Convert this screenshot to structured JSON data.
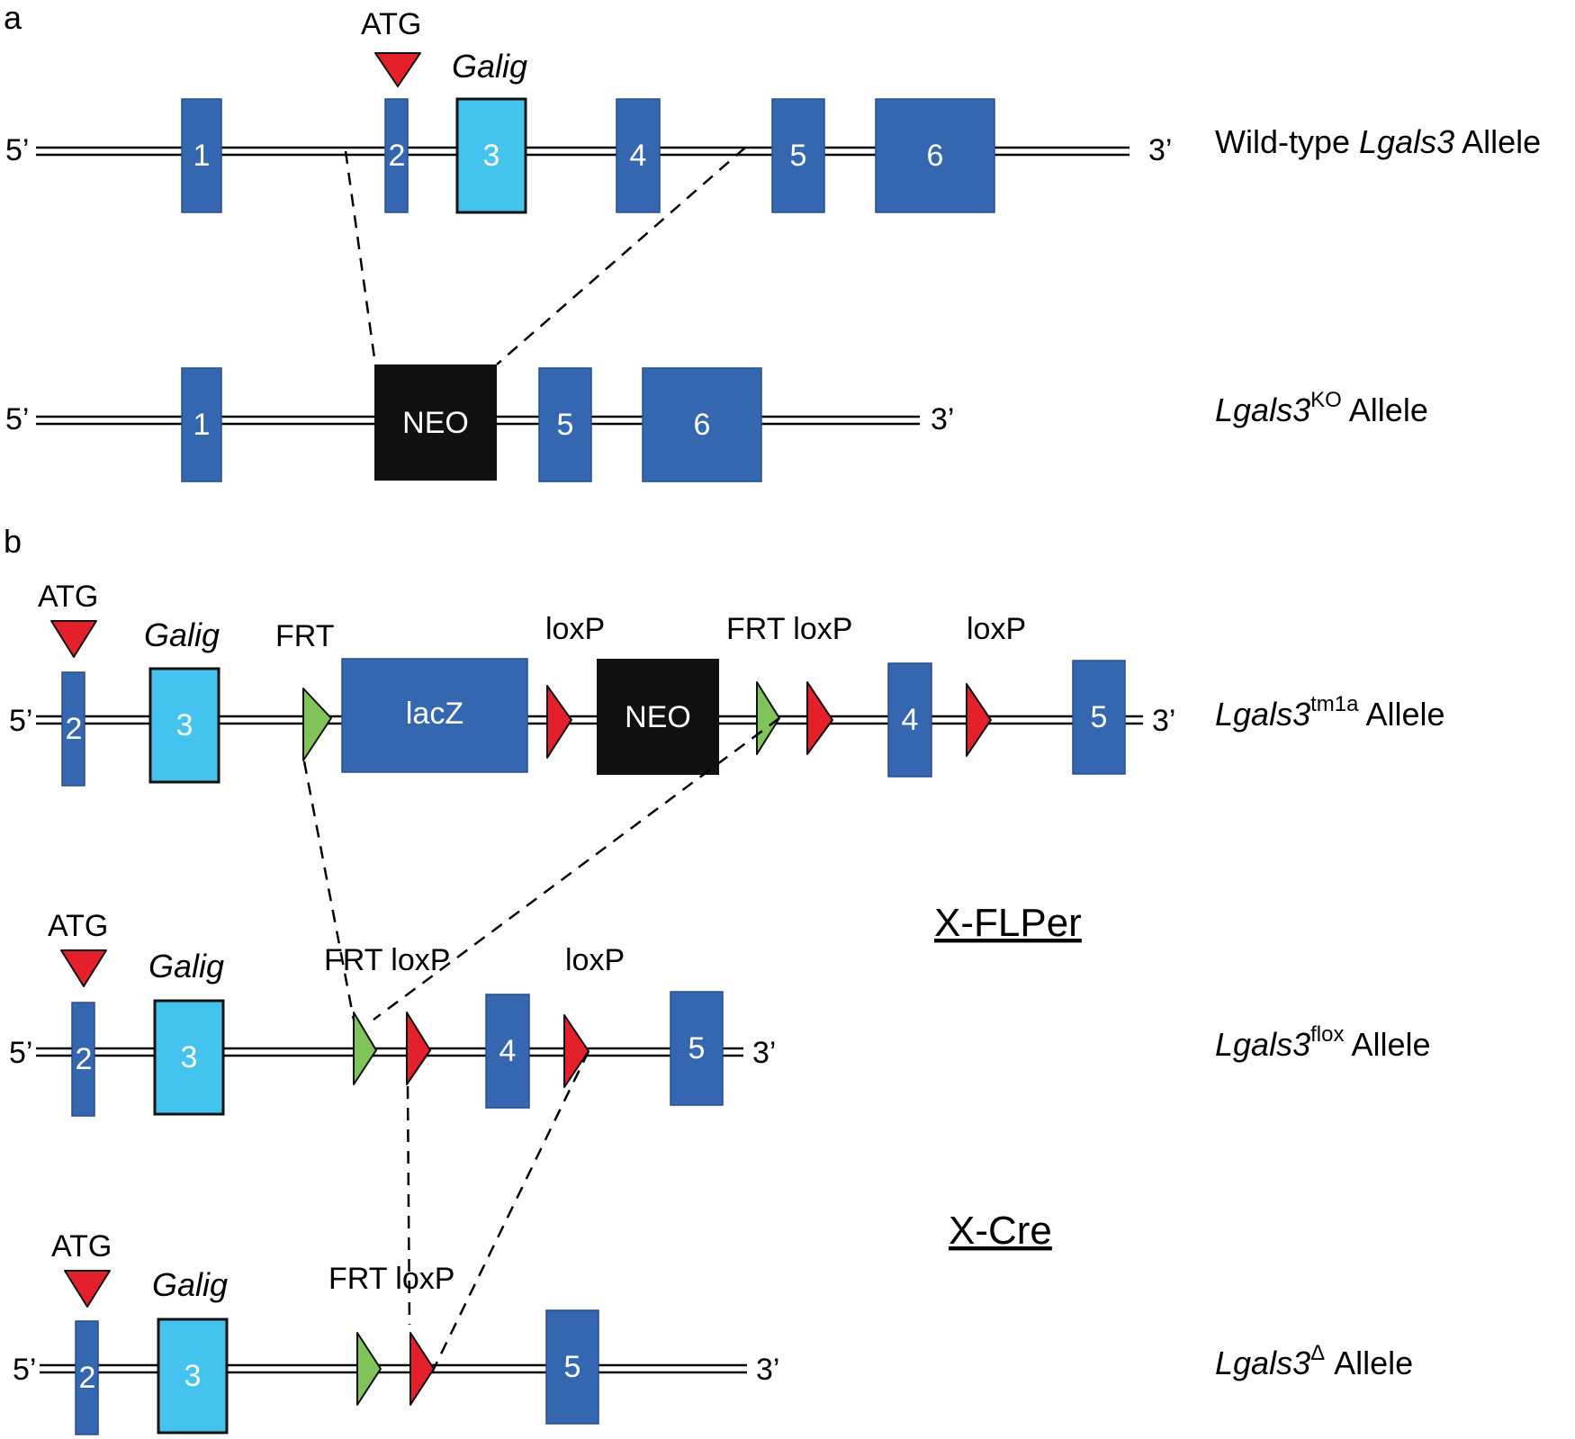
{
  "colors": {
    "exon": "#3567b1",
    "exon_light": "#45c3ef",
    "neo": "#000000",
    "atg": "#e4212a",
    "loxp": "#e4212a",
    "frt": "#7fc35a",
    "line": "#000000"
  },
  "panel_a": {
    "letter": "a",
    "wildtype": {
      "five": "5’",
      "three": "3’",
      "atg": "ATG",
      "galig": "Galig",
      "exons": [
        "1",
        "2",
        "3",
        "4",
        "5",
        "6"
      ],
      "label": {
        "pre": "Wild-type ",
        "gene": "Lgals3",
        "post": " Allele"
      }
    },
    "ko": {
      "five": "5’",
      "three": "3’",
      "exons": [
        "1",
        "5",
        "6"
      ],
      "neo": "NEO",
      "label": {
        "gene": "Lgals3",
        "sup": "KO",
        "post": " Allele"
      }
    }
  },
  "panel_b": {
    "letter": "b",
    "tm1a": {
      "five": "5’",
      "three": "3’",
      "atg": "ATG",
      "galig": "Galig",
      "frt": "FRT",
      "loxp1": "loxP",
      "frt_loxp": "FRT loxP",
      "loxp2": "loxP",
      "exons": [
        "2",
        "3",
        "4",
        "5"
      ],
      "lacz": "lacZ",
      "neo": "NEO",
      "label": {
        "gene": "Lgals3",
        "sup": "tm1a",
        "post": " Allele"
      }
    },
    "flper": "X-FLPer",
    "flox": {
      "five": "5’",
      "three": "3’",
      "atg": "ATG",
      "galig": "Galig",
      "frt_loxp": "FRT loxP",
      "loxp": "loxP",
      "exons": [
        "2",
        "3",
        "4",
        "5"
      ],
      "label": {
        "gene": "Lgals3",
        "sup": "flox",
        "post": " Allele"
      }
    },
    "cre": "X-Cre",
    "delta": {
      "five": "5’",
      "three": "3’",
      "atg": "ATG",
      "galig": "Galig",
      "frt_loxp": "FRT loxP",
      "exons": [
        "2",
        "3",
        "5"
      ],
      "label": {
        "gene": "Lgals3",
        "sup": "Δ",
        "post": " Allele"
      }
    }
  }
}
